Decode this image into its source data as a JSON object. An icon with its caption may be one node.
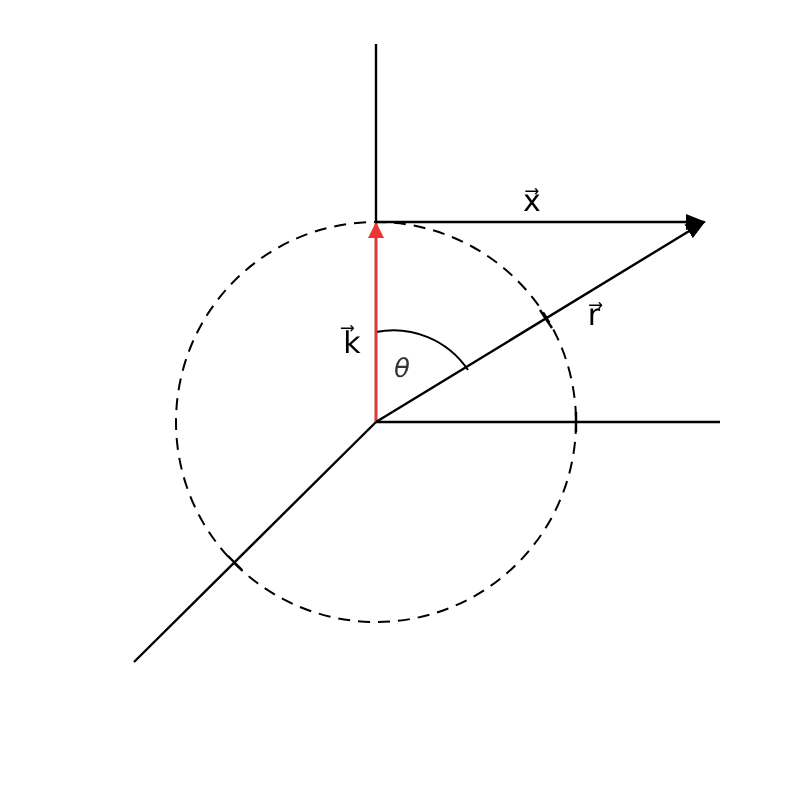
{
  "diagram": {
    "labels": [
      "x⃗",
      "k⃗",
      "r⃗",
      "θ"
    ]
  }
}
